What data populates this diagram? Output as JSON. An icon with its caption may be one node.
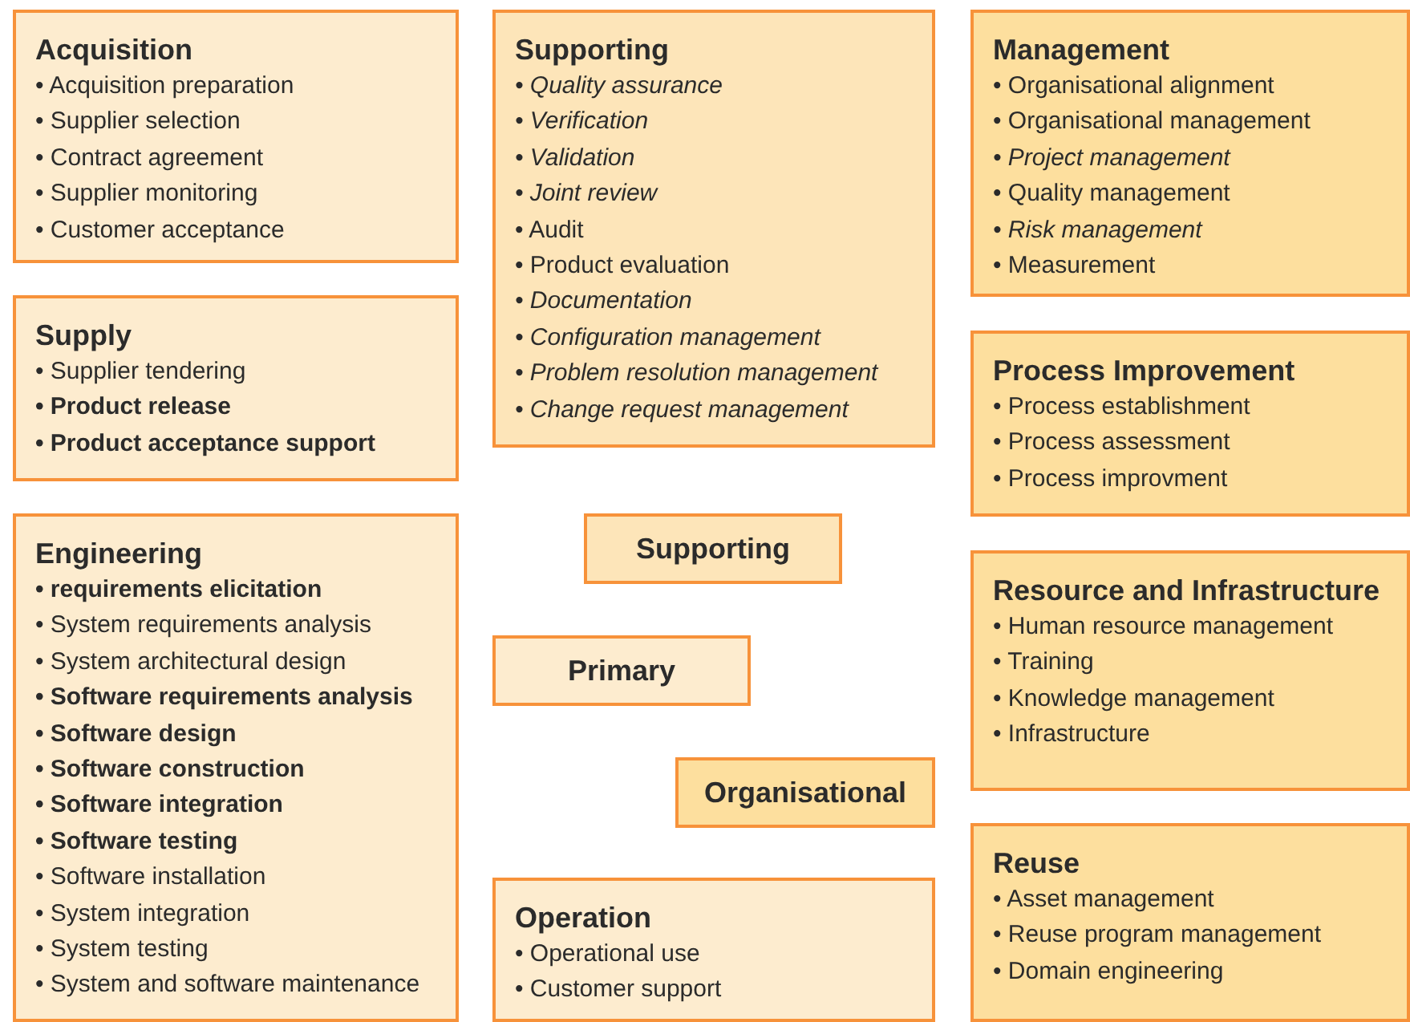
{
  "diagram": {
    "nodes": [
      {
        "text": [
          "Acquisition",
          "• Acquisition preparation",
          "• Supplier selection",
          "• Contract agreement",
          "• Supplier monitoring",
          "• Customer acceptance"
        ]
      },
      {
        "text": [
          "Supply",
          "• Supplier tendering",
          "• Product release",
          "• Product acceptance support"
        ]
      },
      {
        "text": [
          "Engineering",
          "• requirements elicitation",
          "• System requirements analysis",
          "• System architectural design",
          "• Software requirements analysis",
          "• Software design",
          "• Software construction",
          "• Software integration",
          "• Software testing",
          "• Software installation",
          "• System integration",
          "• System testing",
          "• System and software maintenance"
        ]
      },
      {
        "text": [
          "Supporting",
          "• Quality assurance",
          "• Verification",
          "• Validation",
          "• Joint review",
          "• Audit",
          "• Product evaluation",
          "• Documentation",
          "• Configuration management",
          "• Problem resolution management",
          "• Change request management"
        ]
      },
      {
        "text": [
          "Operation",
          "• Operational use",
          "• Customer support"
        ]
      },
      {
        "text": [
          "Management",
          "• Organisational alignment",
          "• Organisational management",
          "• Project management",
          "• Quality management",
          "• Risk management",
          "• Measurement"
        ]
      },
      {
        "text": [
          "Process Improvement",
          "• Process establishment",
          "• Process assessment",
          "• Process improvment"
        ]
      },
      {
        "text": [
          "Resource and Infrastructure",
          "• Human resource management",
          "• Training",
          "• Knowledge management",
          "• Infrastructure"
        ]
      },
      {
        "text": [
          "Reuse",
          "• Asset management",
          "• Reuse program management",
          "• Domain engineering"
        ]
      }
    ],
    "legend": [
      {
        "text": "Supporting",
        "color": "#fde5b9"
      },
      {
        "text": "Primary",
        "color": "#fdeccf"
      },
      {
        "text": "Organisational",
        "color": "#fddf9e"
      }
    ]
  }
}
